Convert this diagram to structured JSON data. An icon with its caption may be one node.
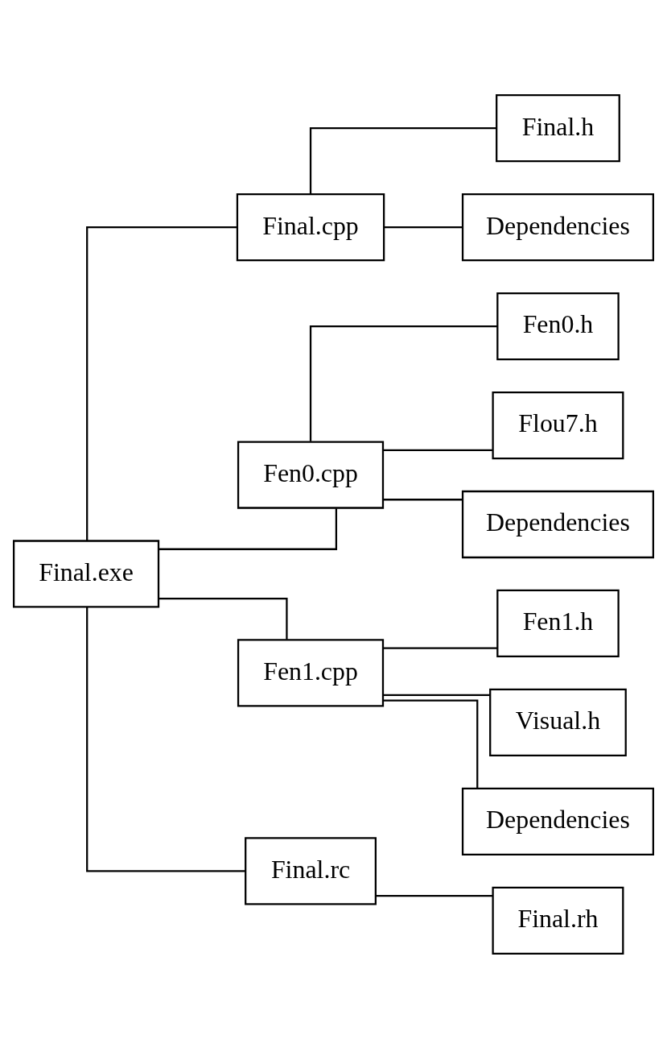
{
  "diagram": {
    "nodes": [
      {
        "text": [
          "Final.exe"
        ]
      },
      {
        "text": [
          "Final.cpp"
        ]
      },
      {
        "text": [
          "Final.h"
        ]
      },
      {
        "text": [
          "Dependencies"
        ]
      },
      {
        "text": [
          "Fen0.cpp"
        ]
      },
      {
        "text": [
          "Fen0.h"
        ]
      },
      {
        "text": [
          "Flou7.h"
        ]
      },
      {
        "text": [
          "Dependencies"
        ]
      },
      {
        "text": [
          "Fen1.cpp"
        ]
      },
      {
        "text": [
          "Fen1.h"
        ]
      },
      {
        "text": [
          "Visual.h"
        ]
      },
      {
        "text": [
          "Dependencies"
        ]
      },
      {
        "text": [
          "Final.rc"
        ]
      },
      {
        "text": [
          "Final.rh"
        ]
      }
    ],
    "edges": [
      {
        "from": 0,
        "to": 1,
        "arrow": "none"
      },
      {
        "from": 1,
        "to": 2,
        "arrow": "none"
      },
      {
        "from": 1,
        "to": 3,
        "arrow": "none"
      },
      {
        "from": 0,
        "to": 4,
        "arrow": "none"
      },
      {
        "from": 4,
        "to": 5,
        "arrow": "none"
      },
      {
        "from": 4,
        "to": 6,
        "arrow": "none"
      },
      {
        "from": 4,
        "to": 7,
        "arrow": "none"
      },
      {
        "from": 0,
        "to": 8,
        "arrow": "none"
      },
      {
        "from": 8,
        "to": 9,
        "arrow": "none"
      },
      {
        "from": 8,
        "to": 10,
        "arrow": "none"
      },
      {
        "from": 8,
        "to": 11,
        "arrow": "none"
      },
      {
        "from": 0,
        "to": 12,
        "arrow": "none"
      },
      {
        "from": 12,
        "to": 13,
        "arrow": "none"
      }
    ]
  }
}
